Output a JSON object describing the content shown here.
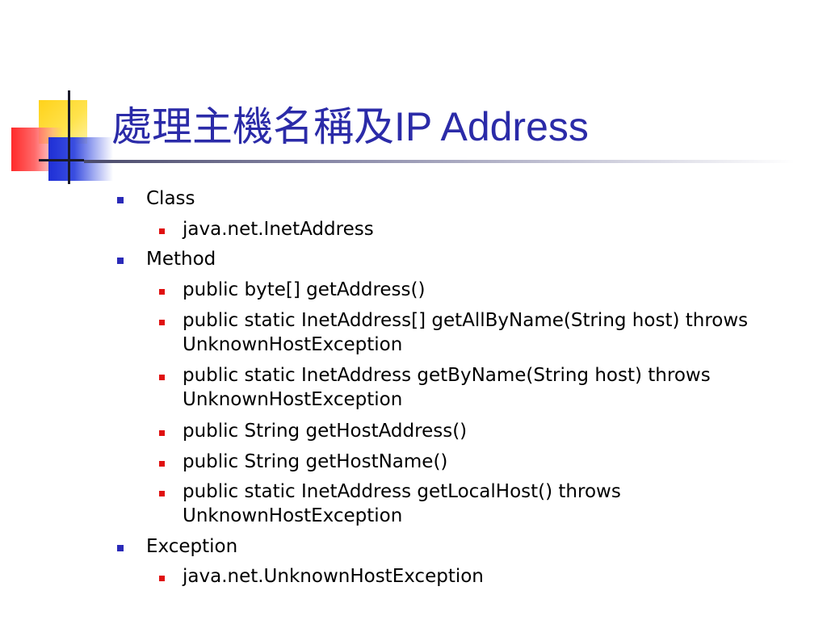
{
  "slide": {
    "title_cjk": "處理主機名稱及",
    "title_latin": "IP Address",
    "colors": {
      "title": "#2b2ba8",
      "bullet_level1": "#2a2ab8",
      "bullet_level2": "#e01010",
      "deco_yellow": "#ffd21a",
      "deco_red": "#ff2a2a",
      "deco_blue": "#1e2fd6"
    },
    "sections": [
      {
        "label": "Class",
        "items": [
          "java.net.InetAddress"
        ]
      },
      {
        "label": "Method",
        "items": [
          "public byte[] getAddress()",
          "public static InetAddress[] getAllByName(String host) throws",
          "UnknownHostException",
          "public static InetAddress getByName(String host) throws",
          "UnknownHostException",
          "public String getHostAddress()",
          "public String getHostName()",
          "public static InetAddress getLocalHost() throws",
          "UnknownHostException"
        ]
      },
      {
        "label": "Exception",
        "items": [
          "java.net.UnknownHostException"
        ]
      }
    ]
  }
}
